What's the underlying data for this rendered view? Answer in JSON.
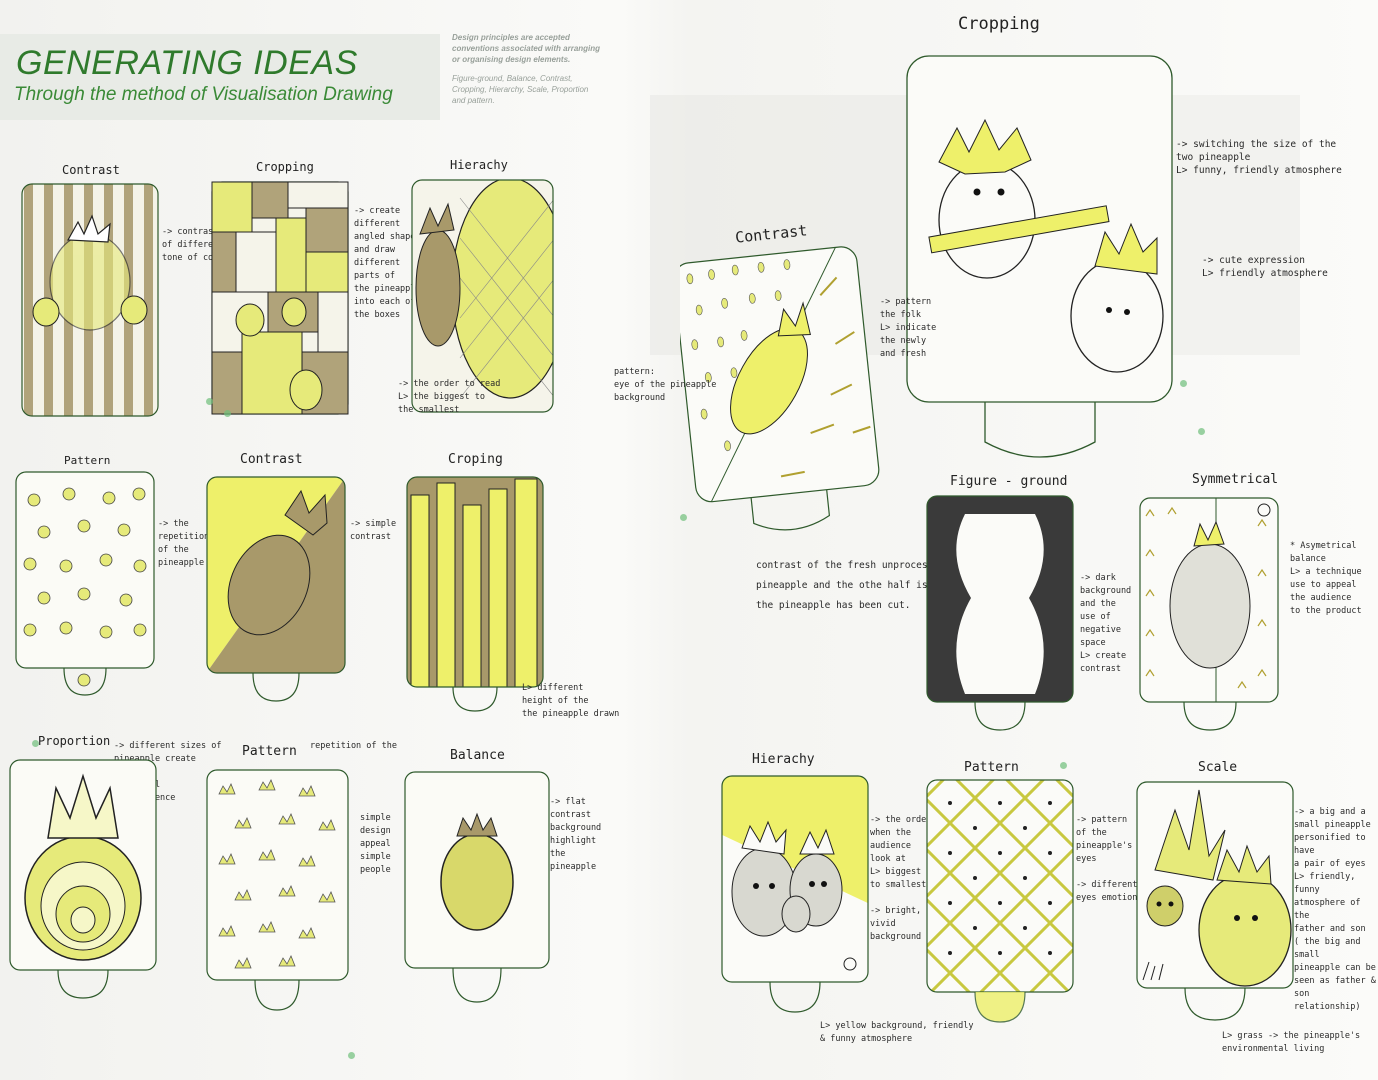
{
  "header": {
    "title": "GENERATING IDEAS",
    "subtitle": "Through the method of Visualisation Drawing",
    "principles_note": "Design principles are accepted conventions associated with arranging or organising design elements.",
    "principles_list": "Figure-ground, Balance, Contrast, Cropping, Hierarchy, Scale, Proportion and pattern."
  },
  "labels": {
    "contrast1": "Contrast",
    "cropping1": "Cropping",
    "hierachy1": "Hierachy",
    "pattern1": "Pattern",
    "contrast2": "Contrast",
    "cropping2": "Croping",
    "proportion": "Proportion",
    "pattern2": "Pattern",
    "balance": "Balance",
    "cropping_big": "Cropping",
    "contrast_big": "Contrast",
    "figure_ground": "Figure - ground",
    "symmetrical": "Symmetrical",
    "hierachy2": "Hierachy",
    "pattern3": "Pattern",
    "scale": "Scale"
  },
  "notes": {
    "contrast1": "-> contrast\nof different\ntone of colour",
    "cropping1": "-> create\ndifferent\nangled shape\nand draw\ndifferent\nparts of\nthe pineapple\ninto each of\nthe boxes",
    "hierachy1": "-> the order to read\n  L> the biggest to\n     the smallest",
    "pattern1": "-> the\nrepetition\nof the\npineapple",
    "contrast2": "-> simple\ncontrast",
    "cropping2": "L> different\nheight of the\nthe pineapple drawn",
    "proportion": "-> different sizes of\npineapple create\nillusion\n-> appeal\nthe audience",
    "pattern2_top": "repetition of the",
    "pattern2": "simple\ndesign\nappeal\nsimple\npeople",
    "balance": "-> flat\ncontrast\nbackground\nhighlight\nthe\npineapple",
    "cropping_big1": "-> switching the size of the\ntwo pineapple\n  L> funny, friendly atmosphere",
    "cropping_big2": "-> cute expression\n  L> friendly atmosphere",
    "contrast_big_right": "-> pattern\nthe folk\nL> indicate\nthe newly\nand fresh",
    "contrast_big_left": "pattern:\neye of the pineapple\nbackground",
    "contrast_big_bottom": "contrast of the fresh unprocessed\npineapple and the othe half is\nthe pineapple has been cut.",
    "figure_ground": "-> dark\nbackground\nand the\nuse of\nnegative\nspace\nL> create\ncontrast",
    "symmetrical": "* Asymetrical\n  balance\n  L> a technique\n  use to appeal\n  the audience\n  to the product",
    "hierachy2": "-> the order\nwhen the\naudience\nlook at\nL> biggest\nto smallest\n\n-> bright,\nvivid\nbackground",
    "hierachy2_bottom": "L> yellow background, friendly\n & funny atmosphere",
    "pattern3": "-> pattern\nof the\npineapple's\neyes\n\n-> different\neyes emotion",
    "scale": "-> a big and a\nsmall pineapple\npersonified to have\na pair of eyes\nL> friendly, funny\natmosphere of the\nfather and son\n( the big and small\npineapple can be\nseen as father &\nson relationship)",
    "scale_bottom": "L> grass -> the pineapple's\n  environmental living"
  },
  "colors": {
    "title_green": "#2f7a2c",
    "pineapple_yellow": "#e6ea7a",
    "bright_yellow": "#eef06a",
    "olive_brown": "#a8996a",
    "dark_grey": "#3a3a3a",
    "line": "#2f5a2c"
  }
}
